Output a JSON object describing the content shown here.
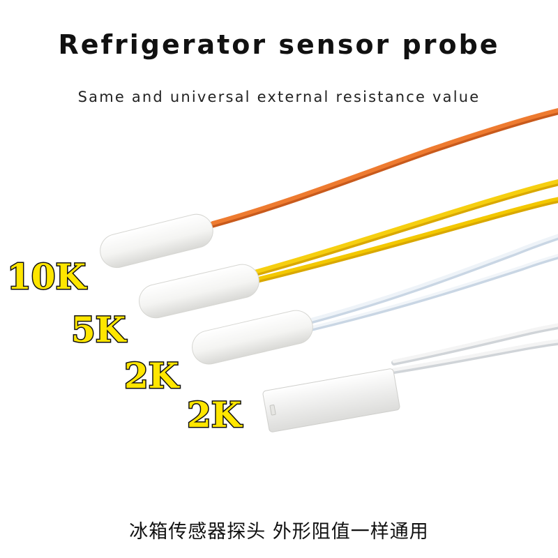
{
  "title": "Refrigerator sensor probe",
  "subtitle": "Same and universal external resistance value",
  "caption": "冰箱传感器探头  外形阻值一样通用",
  "labels": [
    "10K",
    "5K",
    "2K",
    "2K"
  ],
  "colors": {
    "orange_wire": "#e8742a",
    "yellow_wire": "#f2c200",
    "white_wire": "#e6eef6",
    "probe": "#f7f7f5",
    "label_fill": "#ffe600",
    "label_stroke": "#111111"
  }
}
